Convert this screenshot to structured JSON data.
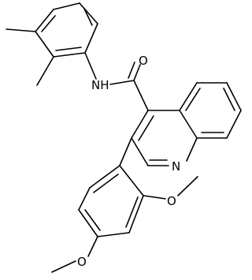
{
  "molecule": {
    "atom_labels": {
      "oxygen_carbonyl": "O",
      "amide_nh": "NH",
      "quinoline_n": "N",
      "oxygen_methoxy_ortho": "O",
      "oxygen_methoxy_para": "O"
    },
    "colors": {
      "bond": "#000000",
      "text": "#000000",
      "background": "#ffffff"
    }
  }
}
